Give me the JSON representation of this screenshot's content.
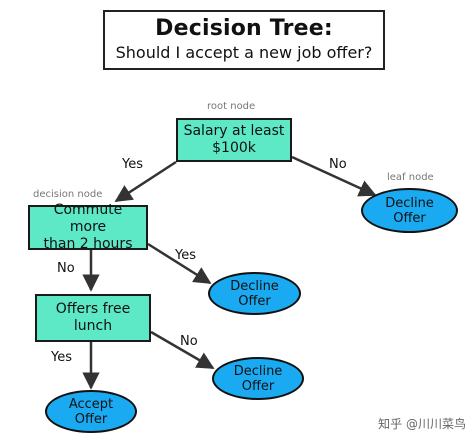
{
  "title": {
    "main": "Decision Tree:",
    "sub": "Should I accept a new job offer?"
  },
  "labels": {
    "root_node": "root node",
    "decision_node": "decision node",
    "leaf_node": "leaf node"
  },
  "nodes": {
    "salary": {
      "line1": "Salary at least",
      "line2": "$100k"
    },
    "commute": {
      "line1": "Commute more",
      "line2": "than 2 hours"
    },
    "coffee": {
      "line1": "Offers free",
      "line2": "lunch"
    },
    "decline1": {
      "line1": "Decline",
      "line2": "Offer"
    },
    "decline2": {
      "line1": "Decline",
      "line2": "Offer"
    },
    "decline3": {
      "line1": "Decline",
      "line2": "Offer"
    },
    "accept": {
      "line1": "Accept",
      "line2": "Offer"
    }
  },
  "edges": {
    "salary_yes": "Yes",
    "salary_no": "No",
    "commute_no": "No",
    "commute_yes": "Yes",
    "coffee_yes": "Yes",
    "coffee_no": "No"
  },
  "watermark": "知乎 @川川菜鸟",
  "colors": {
    "decision_fill": "#5de8c6",
    "leaf_fill": "#1aaaf2",
    "stroke": "#1a1a1a"
  }
}
